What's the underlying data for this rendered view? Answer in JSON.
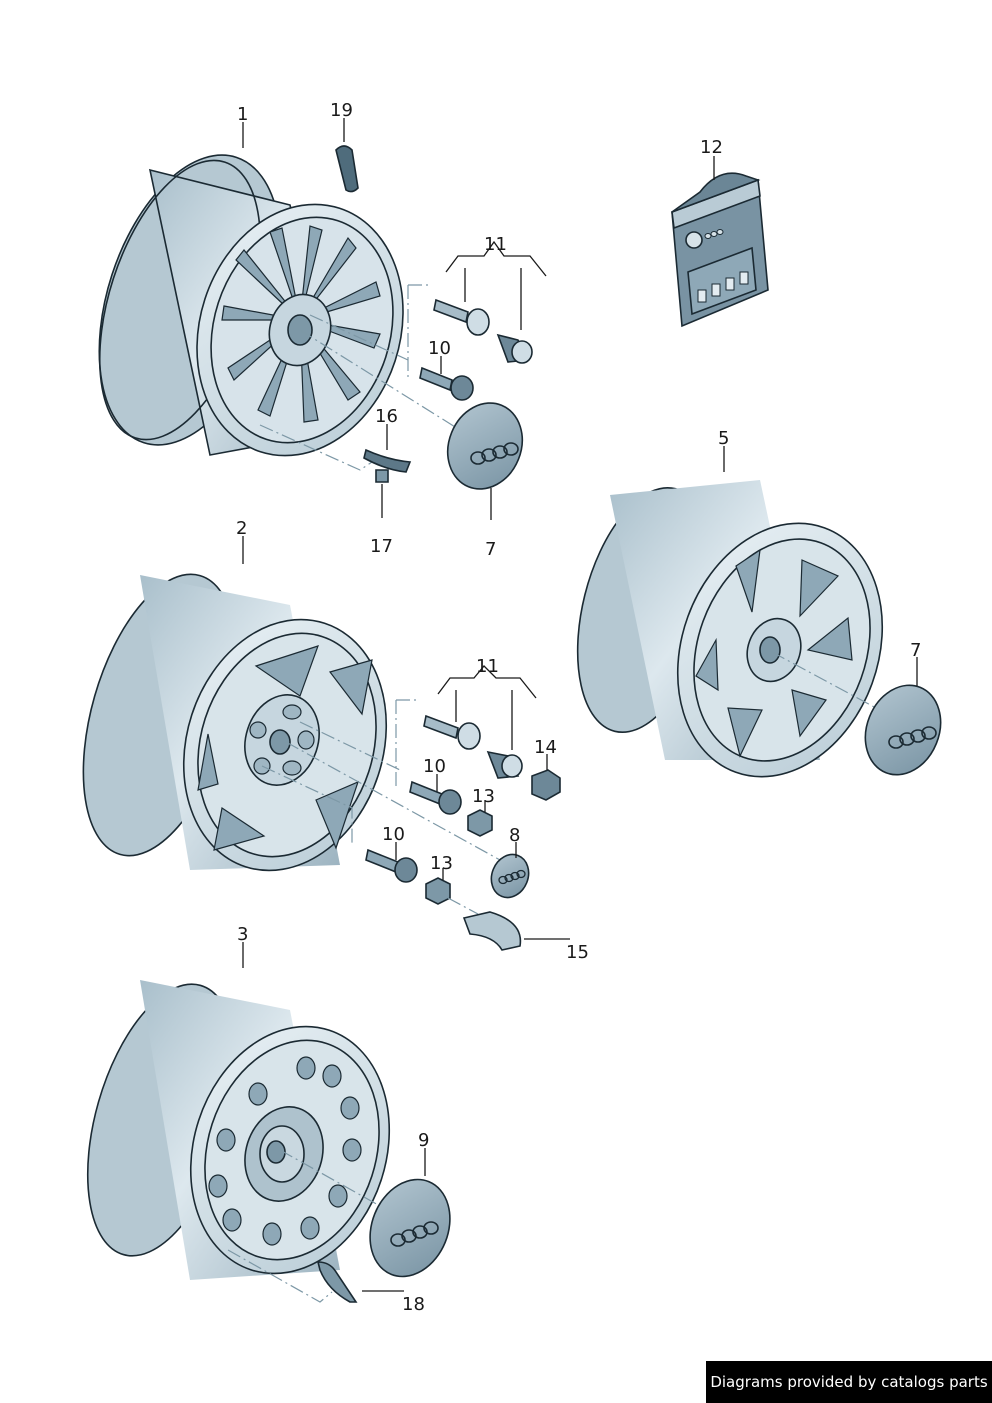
{
  "diagram": {
    "title": "Wheel rims, bolts and hub caps exploded parts diagram",
    "parts": [
      {
        "callout": "1",
        "description": "Alloy wheel, multi-spoke design"
      },
      {
        "callout": "2",
        "description": "Alloy wheel, 5-spoke design"
      },
      {
        "callout": "3",
        "description": "Steel wheel"
      },
      {
        "callout": "5",
        "description": "Alloy wheel, 6-spoke design"
      },
      {
        "callout": "7",
        "description": "Hub cap with rings logo"
      },
      {
        "callout": "8",
        "description": "Small hub cap with rings logo"
      },
      {
        "callout": "9",
        "description": "Hub cap with rings logo (steel wheel)"
      },
      {
        "callout": "10",
        "description": "Wheel bolt"
      },
      {
        "callout": "11",
        "description": "Anti-theft wheel bolt set (bolt and adapter)"
      },
      {
        "callout": "12",
        "description": "Wheel bolt set in blister pack"
      },
      {
        "callout": "13",
        "description": "Bolt cap"
      },
      {
        "callout": "14",
        "description": "Bolt cap"
      },
      {
        "callout": "15",
        "description": "Puller for bolt caps"
      },
      {
        "callout": "16",
        "description": "Balance weight strip"
      },
      {
        "callout": "17",
        "description": "Balance weight"
      },
      {
        "callout": "18",
        "description": "Balance weight (clip-on)"
      },
      {
        "callout": "19",
        "description": "Tire valve"
      }
    ],
    "labels": {
      "l1": "1",
      "l19": "19",
      "l11a": "11",
      "l10a": "10",
      "l16": "16",
      "l17": "17",
      "l7a": "7",
      "l12": "12",
      "l5": "5",
      "l7b": "7",
      "l2": "2",
      "l11b": "11",
      "l14": "14",
      "l10b": "10",
      "l13a": "13",
      "l8": "8",
      "l10c": "10",
      "l13b": "13",
      "l15": "15",
      "l3": "3",
      "l9": "9",
      "l18": "18"
    },
    "colors": {
      "part_fill": "#cfdde5",
      "part_shadow": "#6c8797",
      "outline": "#1b2a33",
      "leader_dash": "#7d98a6"
    }
  },
  "footer": {
    "credit": "Diagrams provided by catalogs parts"
  }
}
